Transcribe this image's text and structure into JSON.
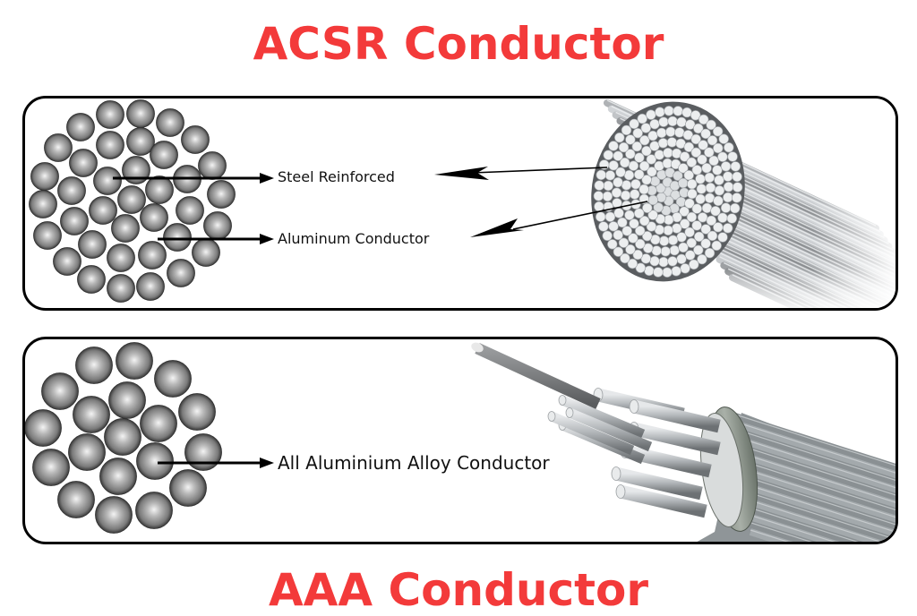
{
  "titles": {
    "top": "ACSR Conductor",
    "bottom": "AAA Conductor"
  },
  "acsr_panel": {
    "labels": {
      "steel": "Steel Reinforced",
      "aluminum": "Aluminum Conductor"
    },
    "cross_section_icon": "stranded-conductor-cross-section-icon",
    "photo": "acsr-cable-end-view"
  },
  "aaa_panel": {
    "labels": {
      "alloy": "All Aluminium Alloy Conductor"
    },
    "cross_section_icon": "stranded-conductor-cross-section-icon",
    "photo": "aaa-cable-stripped-layers"
  },
  "colors": {
    "title_red": "#f33a3a",
    "border": "#000000",
    "strand_gray": "#8a8a8a",
    "aluminum_silver": "#c9cdd0"
  }
}
